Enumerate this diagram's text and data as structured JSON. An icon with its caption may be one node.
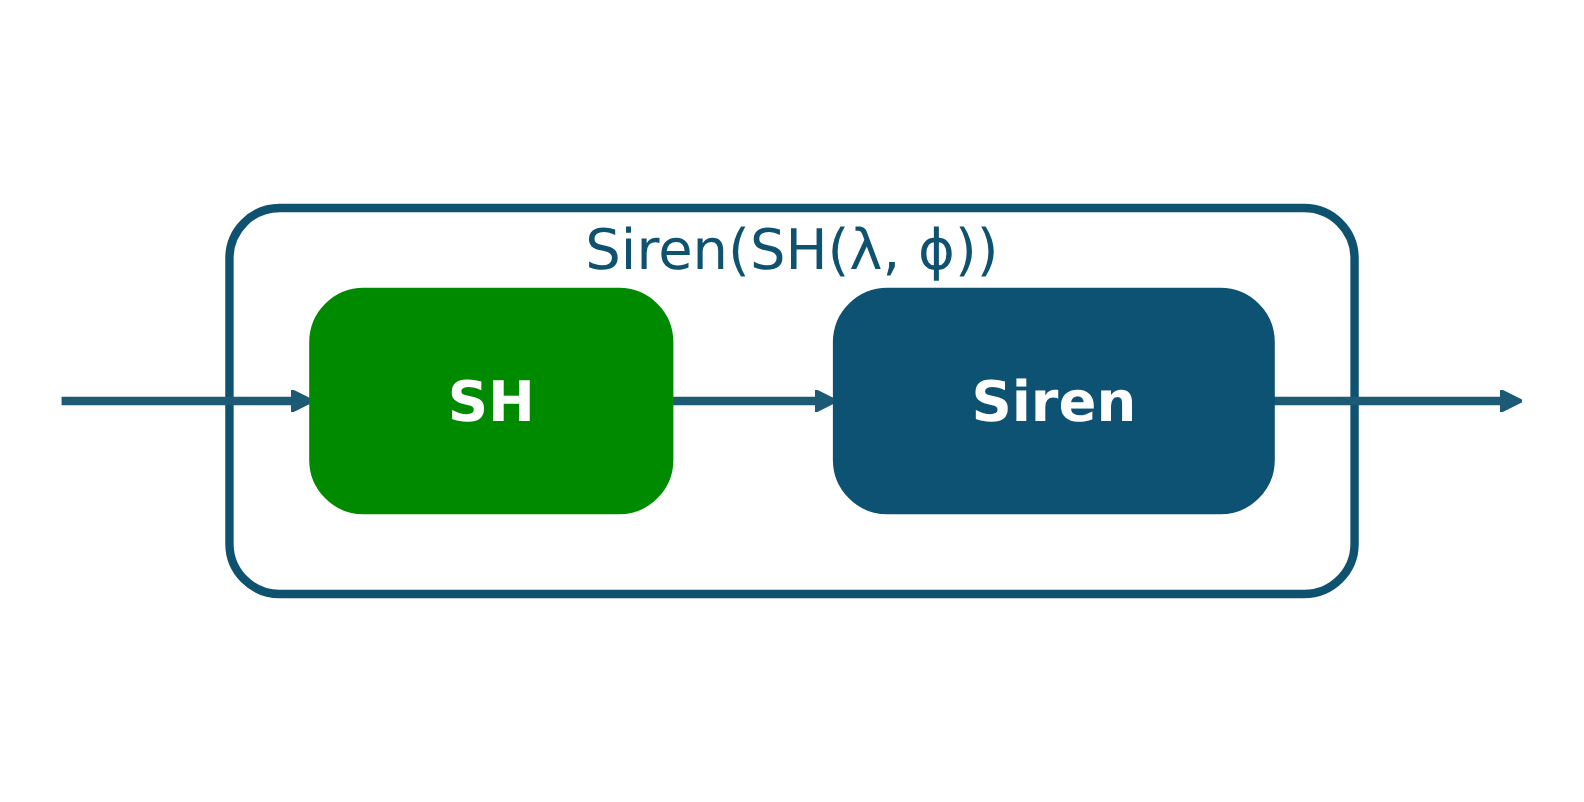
{
  "diagram": {
    "nodes": [
      {
        "text": [
          "Siren(SH(λ, ϕ))"
        ]
      },
      {
        "text": [
          "SH"
        ],
        "in": 0
      },
      {
        "text": [
          "Siren"
        ],
        "in": 0
      }
    ],
    "edges": [
      {
        "from": null,
        "to": 1,
        "arrow": "to"
      },
      {
        "from": 1,
        "to": 2,
        "arrow": "to"
      },
      {
        "from": 2,
        "to": null,
        "arrow": "to"
      }
    ]
  }
}
